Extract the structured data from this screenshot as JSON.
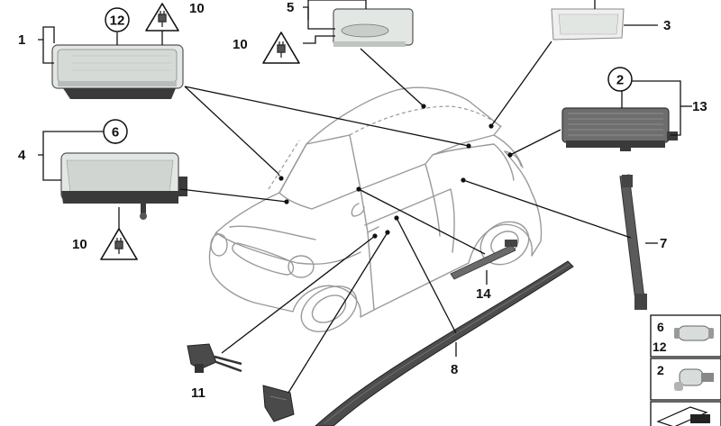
{
  "labels": {
    "p1": "1",
    "p2": "2",
    "p3": "3",
    "p4": "4",
    "p5": "5",
    "p6": "6",
    "p7": "7",
    "p8": "8",
    "p10a": "10",
    "p10b": "10",
    "p10c": "10",
    "p11": "11",
    "p12": "12",
    "p13": "13",
    "p14": "14"
  },
  "legend": {
    "row1_top": "6",
    "row1_bottom": "12",
    "row2": "2"
  },
  "colors": {
    "line": "#111111",
    "car_outline": "#9a9a9a",
    "lamp_body": "#e3e7e4",
    "dark_part": "#3a3a3a"
  },
  "icons": [
    "warning-plug-icon",
    "bulb-icon"
  ]
}
